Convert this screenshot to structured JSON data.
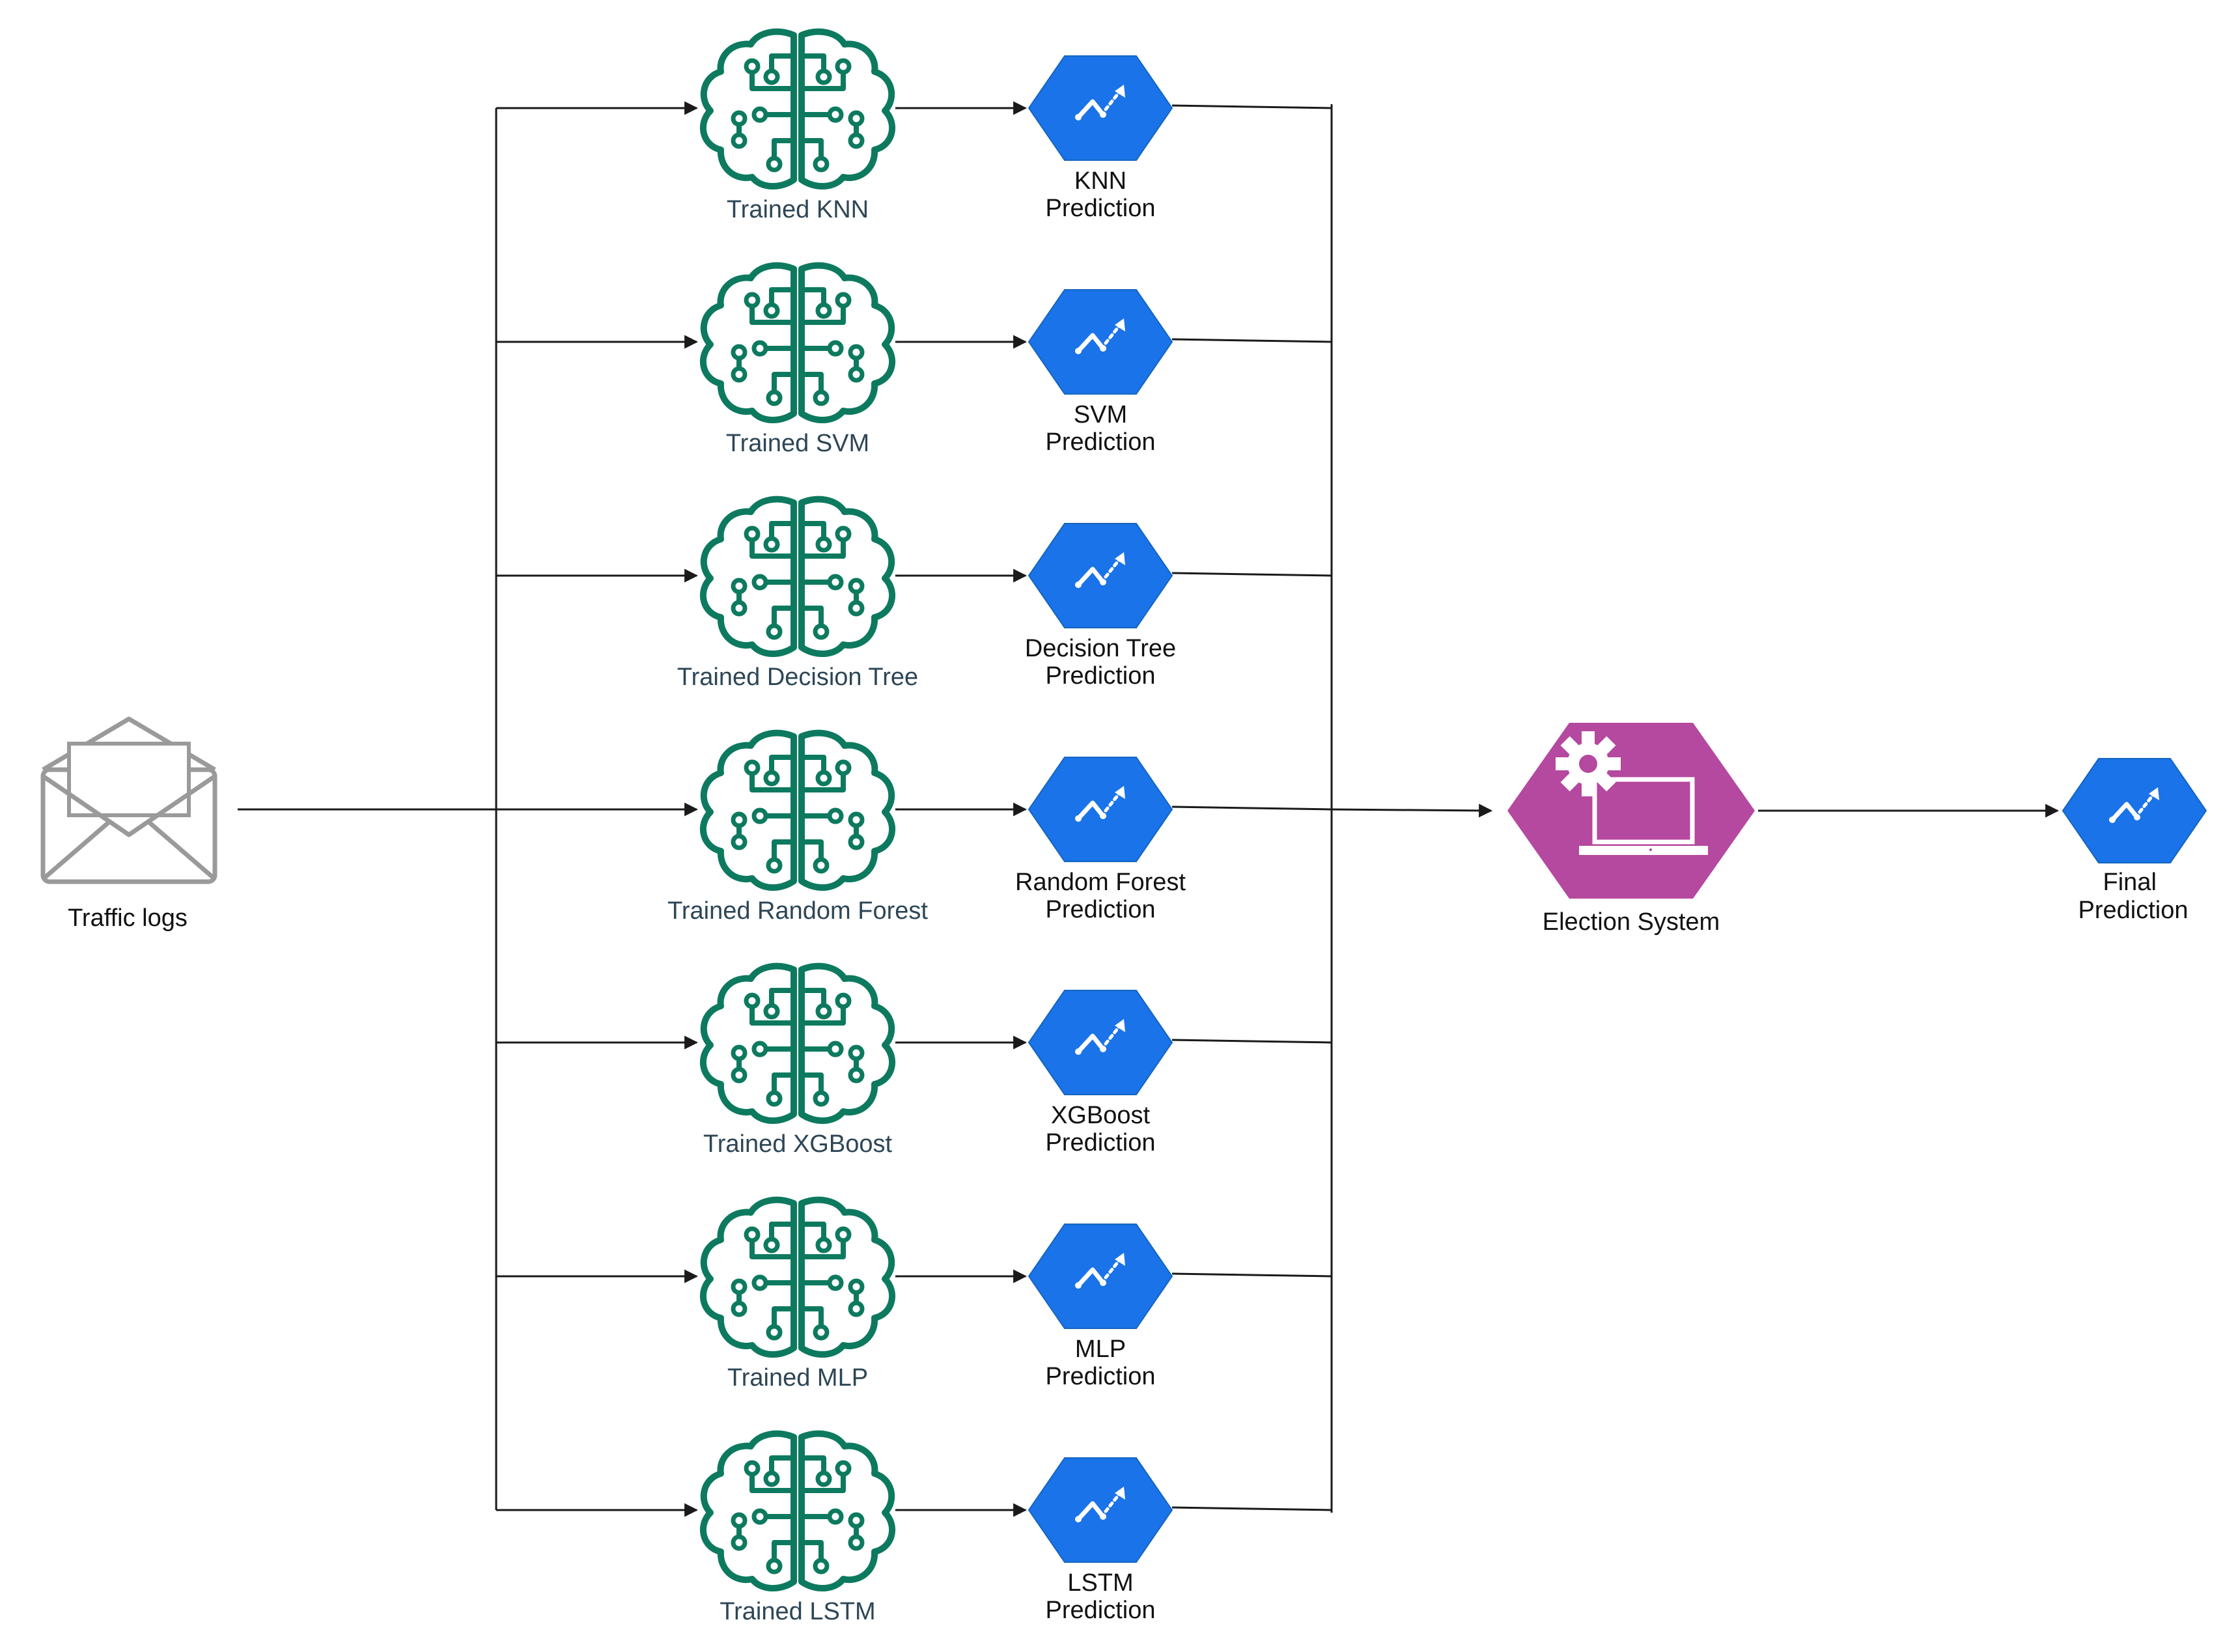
{
  "source": {
    "label": "Traffic logs",
    "icon": "envelope-icon"
  },
  "models": [
    {
      "name": "Trained KNN",
      "prediction": [
        "KNN",
        "Prediction"
      ]
    },
    {
      "name": "Trained SVM",
      "prediction": [
        "SVM",
        "Prediction"
      ]
    },
    {
      "name": "Trained Decision Tree",
      "prediction": [
        "Decision Tree",
        "Prediction"
      ]
    },
    {
      "name": "Trained Random Forest",
      "prediction": [
        "Random Forest",
        "Prediction"
      ]
    },
    {
      "name": "Trained XGBoost",
      "prediction": [
        "XGBoost",
        "Prediction"
      ]
    },
    {
      "name": "Trained MLP",
      "prediction": [
        "MLP",
        "Prediction"
      ]
    },
    {
      "name": "Trained LSTM",
      "prediction": [
        "LSTM",
        "Prediction"
      ]
    }
  ],
  "election": {
    "label": "Election System",
    "icon": "gear-laptop-icon"
  },
  "final": {
    "label": [
      "Final",
      "Prediction"
    ],
    "icon": "prediction-icon"
  },
  "colors": {
    "brain": "#0d7a5f",
    "prediction_hex": "#1a73e8",
    "election_hex": "#b5489f",
    "envelope": "#9a9a9a",
    "line": "#1a1a1a"
  }
}
